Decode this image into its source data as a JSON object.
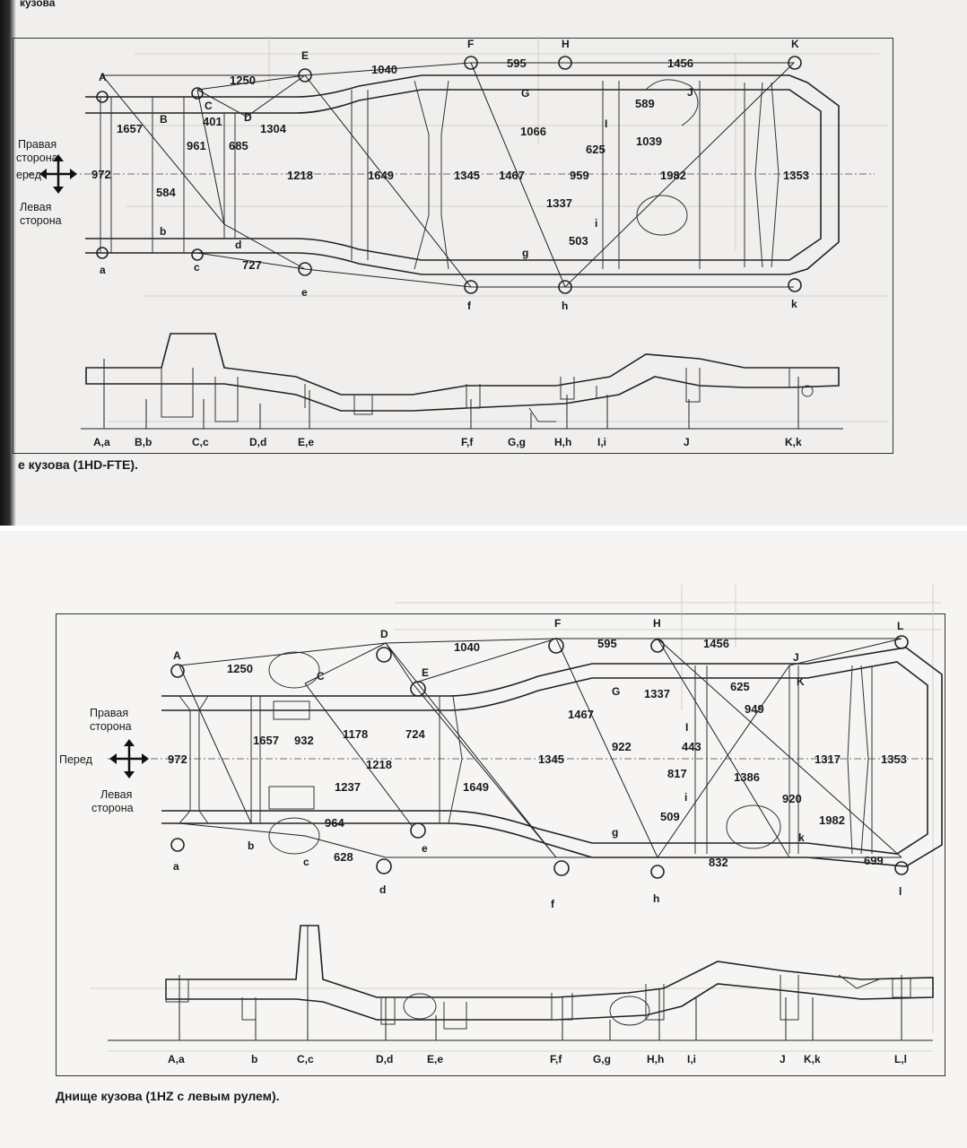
{
  "top_page": {
    "header_fragment": "кузова",
    "caption": "е кузова (1HD-FTE).",
    "side_labels": {
      "right": [
        "Правая",
        "сторона"
      ],
      "front": "еред",
      "left": [
        "Левая",
        "сторона"
      ]
    },
    "points_upper": [
      "A",
      "E",
      "F",
      "H",
      "K"
    ],
    "points_lower": [
      "a",
      "e",
      "f",
      "h",
      "k"
    ],
    "points_inner": [
      "B",
      "C",
      "D",
      "G",
      "J",
      "I",
      "b",
      "c",
      "d",
      "g",
      "i"
    ],
    "dimensions": [
      "1250",
      "1040",
      "595",
      "1456",
      "1657",
      "401",
      "961",
      "685",
      "1304",
      "589",
      "1066",
      "625",
      "1039",
      "972",
      "1218",
      "1649",
      "1345",
      "1467",
      "959",
      "1982",
      "1353",
      "584",
      "1337",
      "503",
      "727"
    ],
    "side_view_labels": [
      "A,a",
      "B,b",
      "C,c",
      "D,d",
      "E,e",
      "F,f",
      "G,g",
      "H,h",
      "I,i",
      "J",
      "K,k"
    ]
  },
  "bottom_page": {
    "caption": "Днище кузова (1HZ с левым рулем).",
    "side_labels": {
      "right": [
        "Правая",
        "сторона"
      ],
      "front": "Перед",
      "left": [
        "Левая",
        "сторона"
      ]
    },
    "points_upper": [
      "A",
      "D",
      "F",
      "H",
      "L"
    ],
    "points_lower": [
      "a",
      "d",
      "f",
      "h",
      "l"
    ],
    "points_inner": [
      "C",
      "E",
      "G",
      "J",
      "K",
      "I",
      "b",
      "c",
      "e",
      "g",
      "i",
      "k"
    ],
    "dimensions": [
      "1040",
      "595",
      "1456",
      "1250",
      "625",
      "1337",
      "949",
      "1467",
      "1657",
      "932",
      "1178",
      "724",
      "922",
      "443",
      "1317",
      "1353",
      "972",
      "1218",
      "1345",
      "817",
      "1386",
      "1237",
      "1649",
      "920",
      "964",
      "509",
      "1982",
      "628",
      "832",
      "699"
    ],
    "side_view_labels": [
      "A,a",
      "b",
      "C,c",
      "D,d",
      "E,e",
      "F,f",
      "G,g",
      "H,h",
      "I,i",
      "J",
      "K,k",
      "L,l"
    ]
  }
}
